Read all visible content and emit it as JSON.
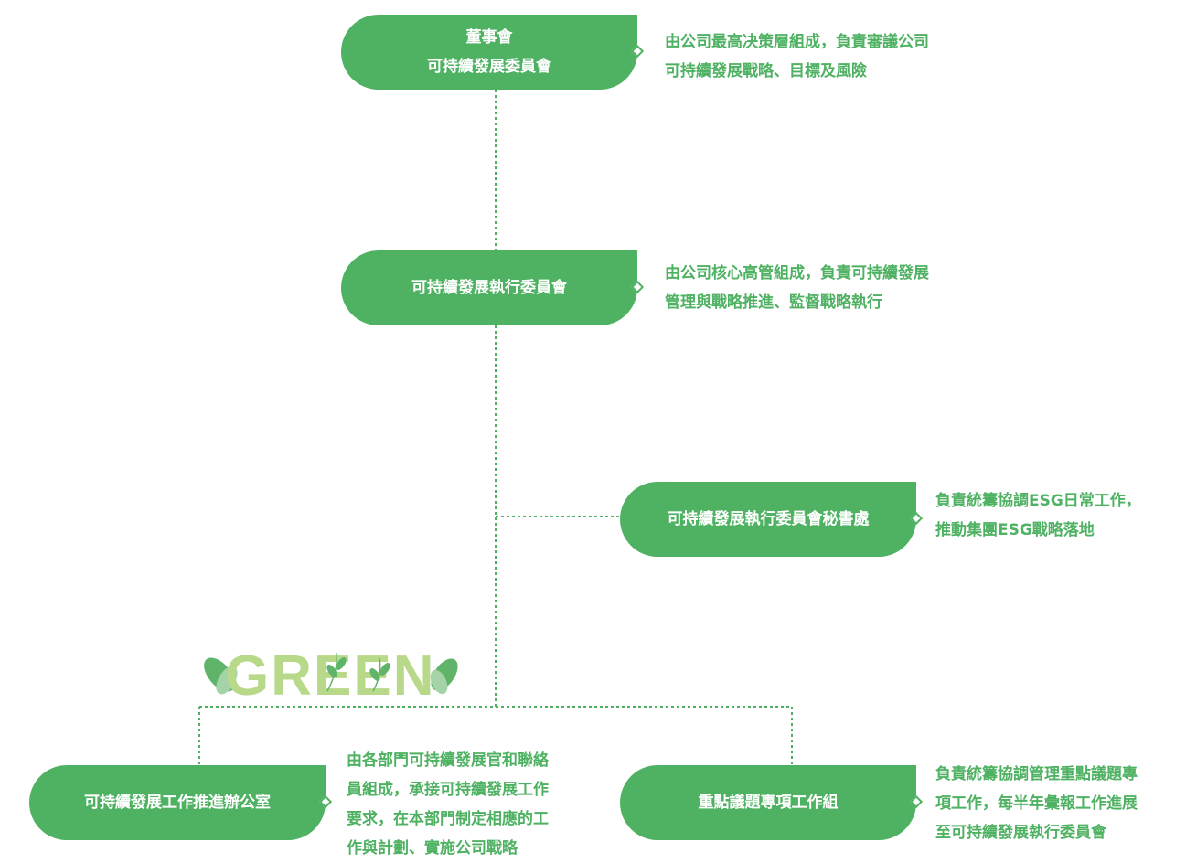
{
  "colors": {
    "primary": "#4fb263",
    "leaf_dark": "#5fb46a",
    "leaf_light": "#a5d3a8",
    "logo_text": "#b8d98a"
  },
  "nodes": {
    "board": {
      "line1": "董事會",
      "line2": "可持續發展委員會"
    },
    "exec": {
      "label": "可持續發展執行委員會"
    },
    "secretariat": {
      "label": "可持續發展執行委員會秘書處"
    },
    "office": {
      "label": "可持續發展工作推進辦公室"
    },
    "taskforce": {
      "label": "重點議題專項工作組"
    }
  },
  "descriptions": {
    "board": {
      "lines": [
        "由公司最高决策層組成，負責審議公司",
        "可持續發展戰略、目標及風險"
      ]
    },
    "exec": {
      "lines": [
        "由公司核心高管組成，負責可持續發展",
        "管理與戰略推進、監督戰略執行"
      ]
    },
    "secretariat": {
      "lines": [
        "負責統籌協調ESG日常工作，",
        "推動集團ESG戰略落地"
      ]
    },
    "office": {
      "lines": [
        "由各部門可持續發展官和聯絡",
        "員組成，承接可持續發展工作",
        "要求，在本部門制定相應的工",
        "作與計劃、實施公司戰略"
      ]
    },
    "taskforce": {
      "lines": [
        "負責統籌協調管理重點議題專",
        "項工作，每半年彙報工作進展",
        "至可持續發展執行委員會"
      ]
    }
  },
  "logo": {
    "text": "GREEN",
    "icon": "leaf-icon"
  }
}
